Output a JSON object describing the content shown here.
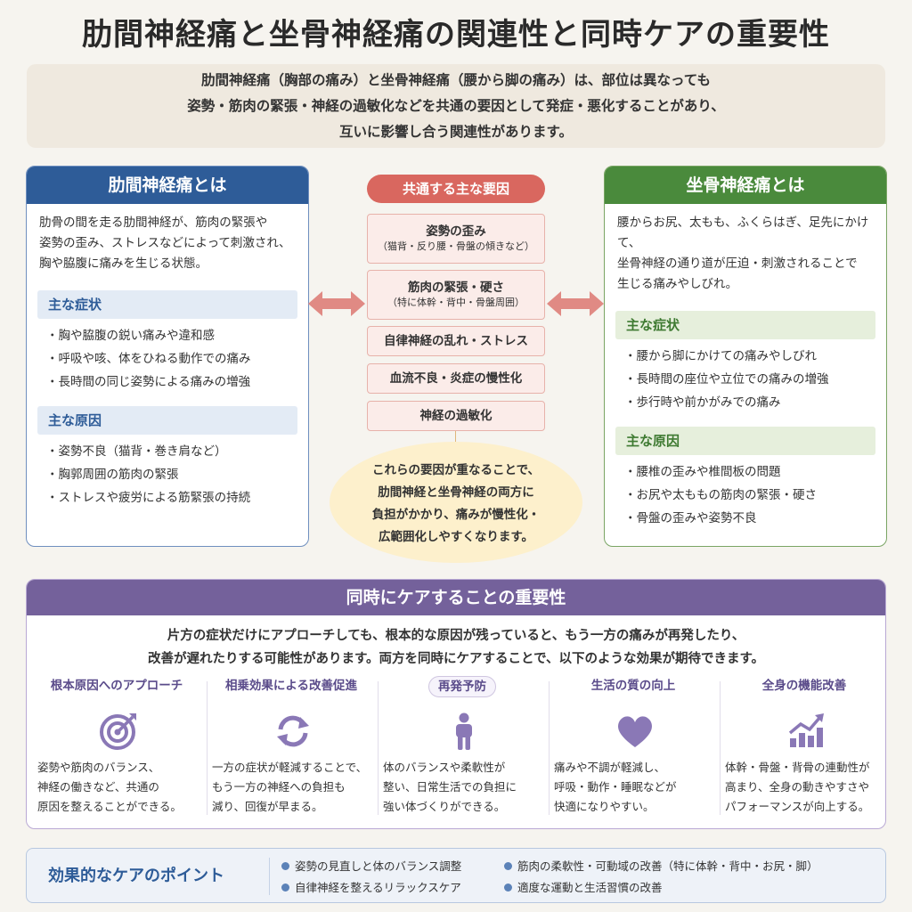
{
  "title": "肋間神経痛と坐骨神経痛の関連性と同時ケアの重要性",
  "intro": {
    "lines": [
      "肋間神経痛（胸部の痛み）と坐骨神経痛（腰から脚の痛み）は、部位は異なっても",
      "姿勢・筋肉の緊張・神経の過敏化などを共通の要因として発症・悪化することがあり、",
      "互いに影響し合う関連性があります。"
    ]
  },
  "left_card": {
    "title": "肋間神経痛とは",
    "desc_lines": [
      "肋骨の間を走る肋間神経が、筋肉の緊張や",
      "姿勢の歪み、ストレスなどによって刺激され、",
      "胸や脇腹に痛みを生じる状態。"
    ],
    "symptoms_title": "主な症状",
    "symptoms": [
      "胸や脇腹の鋭い痛みや違和感",
      "呼吸や咳、体をひねる動作での痛み",
      "長時間の同じ姿勢による痛みの増強"
    ],
    "causes_title": "主な原因",
    "causes": [
      "姿勢不良（猫背・巻き肩など）",
      "胸郭周囲の筋肉の緊張",
      "ストレスや疲労による筋緊張の持続"
    ]
  },
  "right_card": {
    "title": "坐骨神経痛とは",
    "desc_lines": [
      "腰からお尻、太もも、ふくらはぎ、足先にかけて、",
      "坐骨神経の通り道が圧迫・刺激されることで",
      "生じる痛みやしびれ。"
    ],
    "symptoms_title": "主な症状",
    "symptoms": [
      "腰から脚にかけての痛みやしびれ",
      "長時間の座位や立位での痛みの増強",
      "歩行時や前かがみでの痛み"
    ],
    "causes_title": "主な原因",
    "causes": [
      "腰椎の歪みや椎間板の問題",
      "お尻や太ももの筋肉の緊張・硬さ",
      "骨盤の歪みや姿勢不良"
    ]
  },
  "common_factors": {
    "title": "共通する主な要因",
    "items": [
      {
        "main": "姿勢の歪み",
        "note": "（猫背・反り腰・骨盤の傾きなど）"
      },
      {
        "main": "筋肉の緊張・硬さ",
        "note": "（特に体幹・背中・骨盤周囲）"
      },
      {
        "main": "自律神経の乱れ・ストレス",
        "note": ""
      },
      {
        "main": "血流不良・炎症の慢性化",
        "note": ""
      },
      {
        "main": "神経の過敏化",
        "note": ""
      }
    ],
    "summary_lines": [
      "これらの要因が重なることで、",
      "肋間神経と坐骨神経の両方に",
      "負担がかかり、痛みが慢性化・",
      "広範囲化しやすくなります。"
    ]
  },
  "importance": {
    "title": "同時にケアすることの重要性",
    "desc_lines": [
      "片方の症状だけにアプローチしても、根本的な原因が残っていると、もう一方の痛みが再発したり、",
      "改善が遅れたりする可能性があります。両方を同時にケアすることで、以下のような効果が期待できます。"
    ],
    "benefits": [
      {
        "title": "根本原因へのアプローチ",
        "icon": "target-icon",
        "lines": [
          "姿勢や筋肉のバランス、",
          "神経の働きなど、共通の",
          "原因を整えることができる。"
        ]
      },
      {
        "title": "相乗効果による改善促進",
        "icon": "refresh-cycle-icon",
        "lines": [
          "一方の症状が軽減することで、",
          "もう一方の神経への負担も",
          "減り、回復が早まる。"
        ]
      },
      {
        "title": "再発予防",
        "icon": "person-icon",
        "lines": [
          "体のバランスや柔軟性が",
          "整い、日常生活での負担に",
          "強い体づくりができる。"
        ]
      },
      {
        "title": "生活の質の向上",
        "icon": "heart-icon",
        "lines": [
          "痛みや不調が軽減し、",
          "呼吸・動作・睡眠などが",
          "快適になりやすい。"
        ]
      },
      {
        "title": "全身の機能改善",
        "icon": "growth-chart-icon",
        "lines": [
          "体幹・骨盤・背骨の連動性が",
          "高まり、全身の動きやすさや",
          "パフォーマンスが向上する。"
        ]
      }
    ]
  },
  "care_points": {
    "title": "効果的なケアのポイント",
    "items": [
      "姿勢の見直しと体のバランス調整",
      "筋肉の柔軟性・可動域の改善（特に体幹・背中・お尻・脚）",
      "自律神経を整えるリラックスケア",
      "適度な運動と生活習慣の改善"
    ]
  },
  "colors": {
    "left_accent": "#2e5c98",
    "right_accent": "#4a8a3c",
    "factor_accent": "#d9675f",
    "importance_accent": "#74619b",
    "icon_color": "#8a78b6"
  }
}
